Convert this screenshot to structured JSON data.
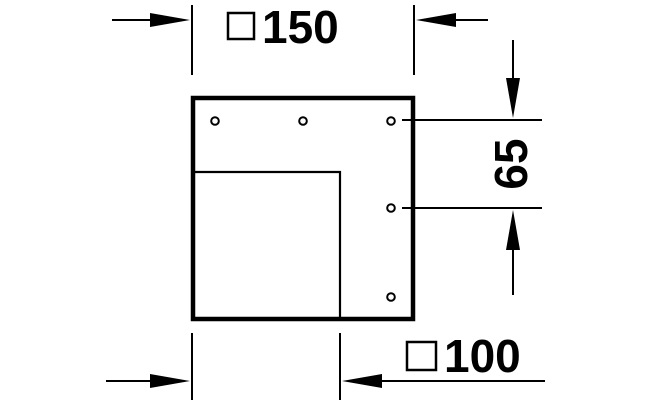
{
  "dimensions": {
    "outer_size": "150",
    "inner_size": "100",
    "hole_spacing": "65"
  },
  "symbols": {
    "square_symbol": "square-size-icon"
  },
  "colors": {
    "line": "#000000",
    "background": "#ffffff"
  }
}
